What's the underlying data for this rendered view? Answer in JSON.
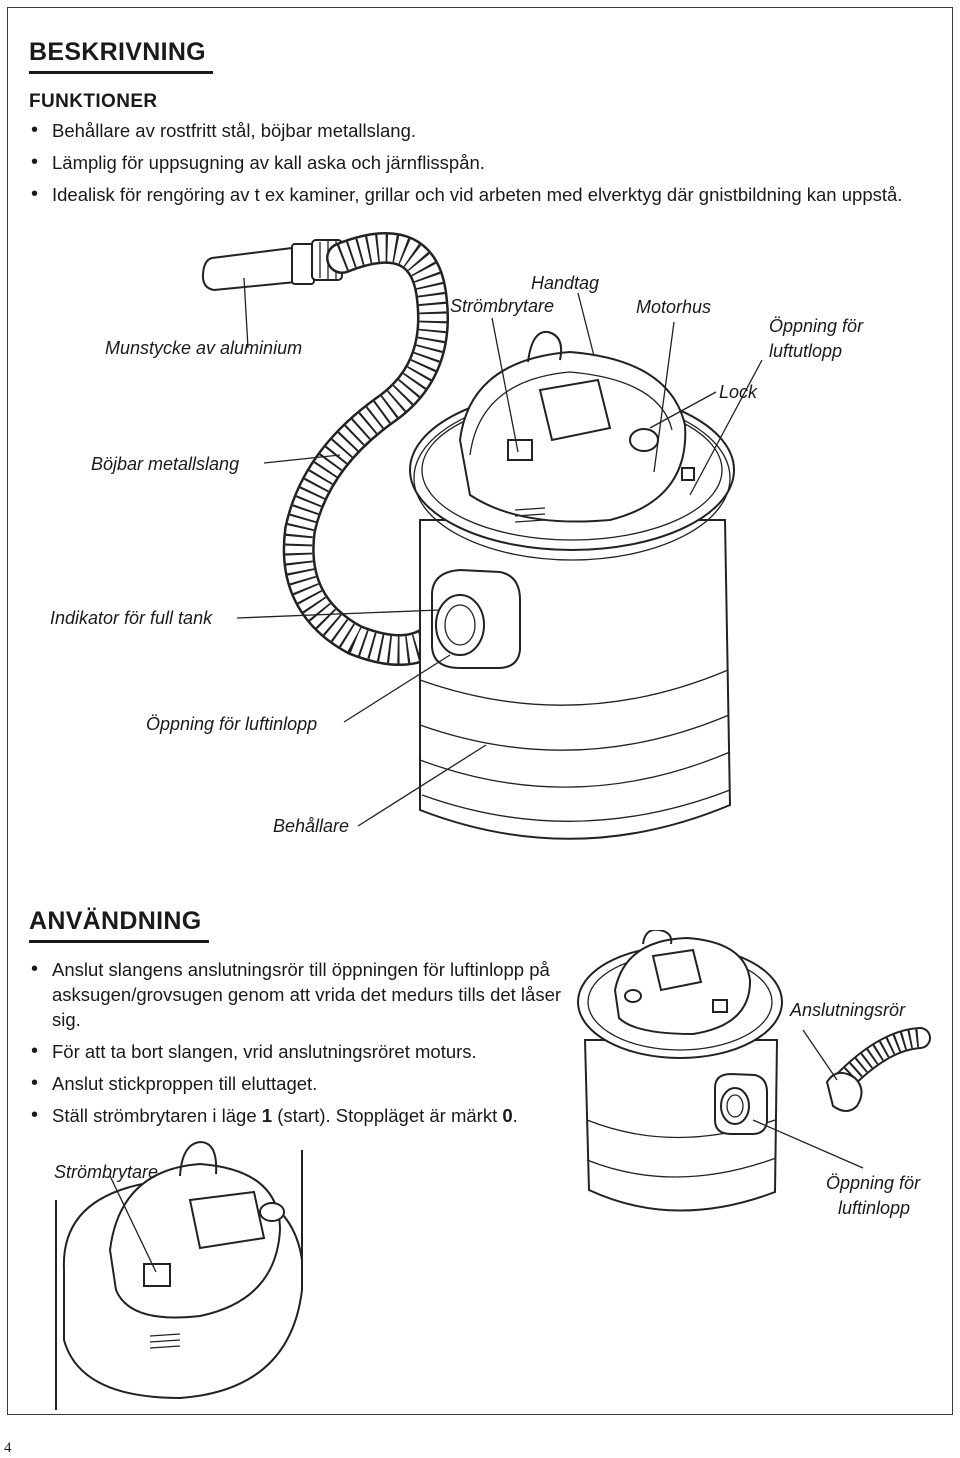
{
  "description": {
    "title": "BESKRIVNING",
    "subtitle": "FUNKTIONER",
    "bullets": [
      "Behållare av rostfritt stål, böjbar metallslang.",
      "Lämplig för uppsugning av kall aska och järnflisspån.",
      "Idealisk för rengöring av t ex kaminer, grillar och vid arbeten med elverktyg där gnistbildning kan uppstå."
    ],
    "labels": {
      "nozzle": "Munstycke av aluminium",
      "handle": "Handtag",
      "switch": "Strömbrytare",
      "motor_housing": "Motorhus",
      "air_outlet_1": "Öppning för",
      "air_outlet_2": "luftutlopp",
      "lid": "Lock",
      "hose": "Böjbar metallslang",
      "full_tank_indicator": "Indikator för full tank",
      "air_inlet": "Öppning för luftinlopp",
      "container": "Behållare"
    }
  },
  "usage": {
    "title": "ANVÄNDNING",
    "bullets": [
      "Anslut slangens anslutningsrör till öppningen för luftinlopp på asksugen/grovsugen genom att vrida det medurs tills det låser sig.",
      "För att ta bort slangen, vrid anslutningsröret moturs.",
      "Anslut stickproppen till eluttaget."
    ],
    "last_bullet_parts": [
      "Ställ strömbrytaren i läge ",
      "1",
      " (start). Stoppläget är märkt ",
      "0",
      "."
    ],
    "labels": {
      "connector": "Anslutningsrör",
      "switch": "Strömbrytare",
      "air_inlet_1": "Öppning för",
      "air_inlet_2": "luftinlopp"
    }
  },
  "page_number": "4"
}
